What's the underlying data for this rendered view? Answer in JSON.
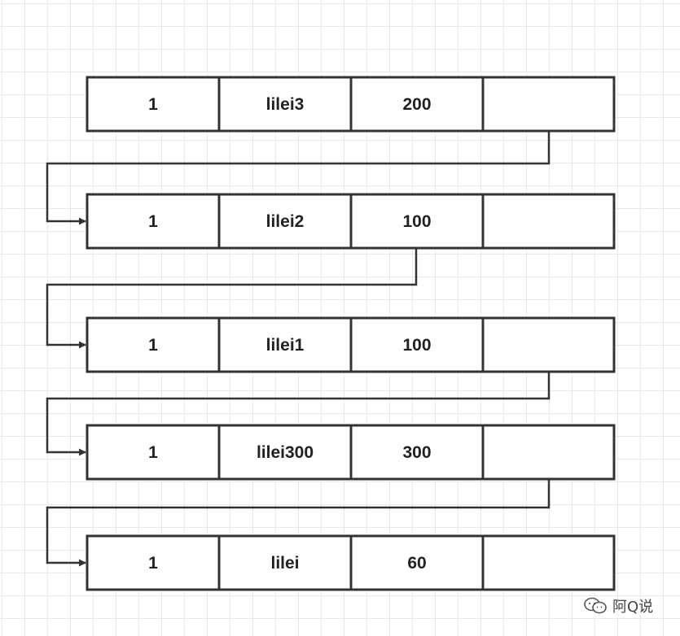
{
  "records": [
    {
      "cells": [
        "1",
        "lilei3",
        "200",
        ""
      ]
    },
    {
      "cells": [
        "1",
        "lilei2",
        "100",
        ""
      ]
    },
    {
      "cells": [
        "1",
        "lilei1",
        "100",
        ""
      ]
    },
    {
      "cells": [
        "1",
        "lilei300",
        "300",
        ""
      ]
    },
    {
      "cells": [
        "1",
        "lilei",
        "60",
        ""
      ]
    }
  ],
  "watermark": {
    "icon": "wechat-icon",
    "text": "阿Q说"
  },
  "colors": {
    "stroke": "#333333",
    "text": "#222222",
    "grid": "#e8e8e8"
  }
}
